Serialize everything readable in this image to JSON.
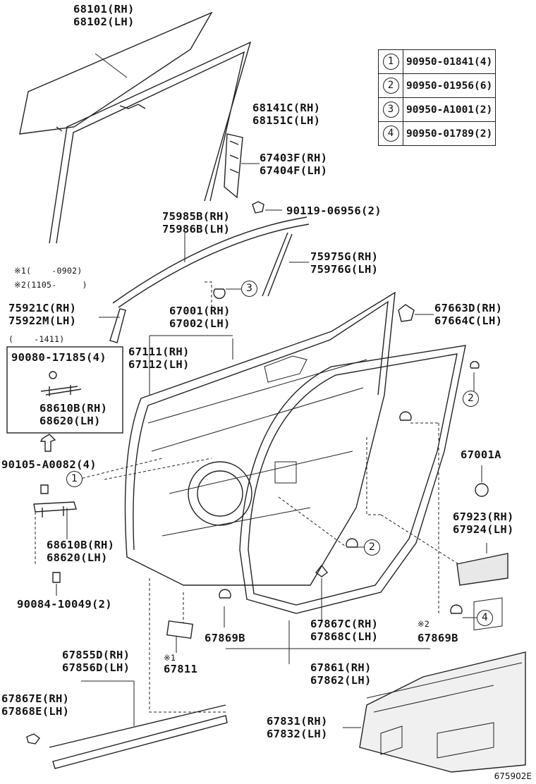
{
  "legend": [
    {
      "num": "1",
      "part": "90950-01841(4)"
    },
    {
      "num": "2",
      "part": "90950-01956(6)"
    },
    {
      "num": "3",
      "part": "90950-A1001(2)"
    },
    {
      "num": "4",
      "part": "90950-01789(2)"
    }
  ],
  "labels": {
    "glass": [
      "68101(RH)",
      "68102(LH)"
    ],
    "run": [
      "68141C(RH)",
      "68151C(LH)"
    ],
    "sash": [
      "67403F(RH)",
      "67404F(LH)"
    ],
    "bolt": "90119-06956(2)",
    "moulding_b": [
      "75985B(RH)",
      "75986B(LH)"
    ],
    "moulding_g": [
      "75975G(RH)",
      "75976G(LH)"
    ],
    "note1": "※1(    -0902)",
    "note2": "※2(1105-     )",
    "moulding_c": [
      "75921C(RH)",
      "75922M(LH)"
    ],
    "panel": [
      "67001(RH)",
      "67002(LH)"
    ],
    "bracket": [
      "67663D(RH)",
      "67664C(LH)"
    ],
    "box_range": "(    -1411)",
    "box_screw": "90080-17185(4)",
    "check_box": [
      "68610B(RH)",
      "68620(LH)"
    ],
    "hinge_panel": [
      "67111(RH)",
      "67112(LH)"
    ],
    "panel_a": "67001A",
    "bolt2": "90105-A0082(4)",
    "check": [
      "68610B(RH)",
      "68620(LH)"
    ],
    "pad": [
      "67923(RH)",
      "67924(LH)"
    ],
    "screw": "90084-10049(2)",
    "cushion_l": "67869B",
    "retainer": [
      "67867C(RH)",
      "67868C(LH)"
    ],
    "cushion_r_mark": "※2",
    "cushion_r": "67869B",
    "seal_mark": "※1",
    "seal": "67811",
    "weather": [
      "67861(RH)",
      "67862(LH)"
    ],
    "lower": [
      "67855D(RH)",
      "67856D(LH)"
    ],
    "lower_clip": [
      "67867E(RH)",
      "67868E(LH)"
    ],
    "trim": [
      "67831(RH)",
      "67832(LH)"
    ]
  },
  "bubbles": {
    "b1": "1",
    "b2a": "2",
    "b2b": "2",
    "b3": "3",
    "b4": "4"
  },
  "ref_code": "675902E"
}
